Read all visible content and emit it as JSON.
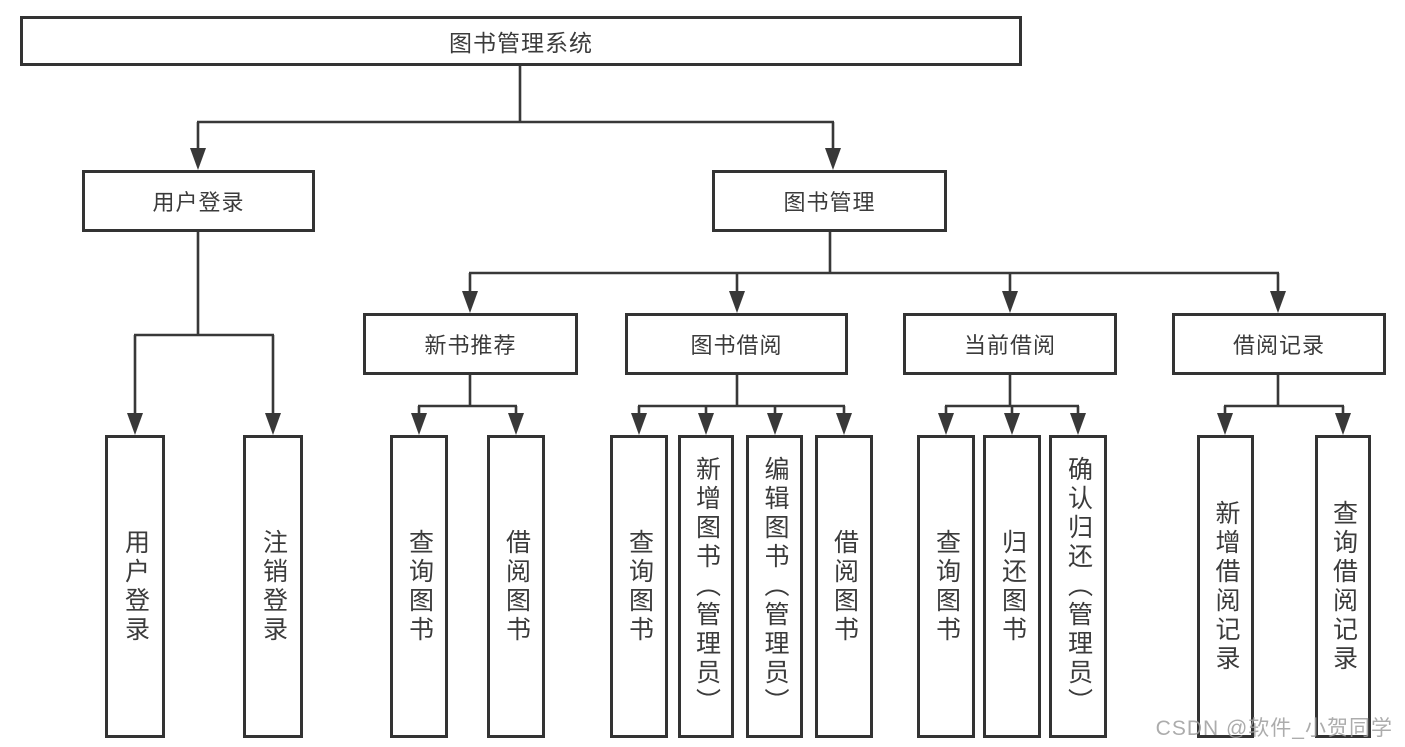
{
  "diagram": {
    "tree": {
      "root": {
        "label": "图书管理系统",
        "children": [
          {
            "label": "用户登录",
            "children": [
              {
                "label": "用户登录"
              },
              {
                "label": "注销登录"
              }
            ]
          },
          {
            "label": "图书管理",
            "children": [
              {
                "label": "新书推荐",
                "children": [
                  {
                    "label": "查询图书"
                  },
                  {
                    "label": "借阅图书"
                  }
                ]
              },
              {
                "label": "图书借阅",
                "children": [
                  {
                    "label": "查询图书"
                  },
                  {
                    "label": "新增图书（管理员）"
                  },
                  {
                    "label": "编辑图书（管理员）"
                  },
                  {
                    "label": "借阅图书"
                  }
                ]
              },
              {
                "label": "当前借阅",
                "children": [
                  {
                    "label": "查询图书"
                  },
                  {
                    "label": "归还图书"
                  },
                  {
                    "label": "确认归还（管理员）"
                  }
                ]
              },
              {
                "label": "借阅记录",
                "children": [
                  {
                    "label": "新增借阅记录"
                  },
                  {
                    "label": "查询借阅记录"
                  }
                ]
              }
            ]
          }
        ]
      }
    },
    "colors": {
      "line": "#333333",
      "box_border": "#333333",
      "text": "#3b3b3b",
      "background": "#ffffff",
      "watermark": "#9e9e9e"
    }
  },
  "watermark": {
    "text": "CSDN @软件_小贺同学"
  }
}
